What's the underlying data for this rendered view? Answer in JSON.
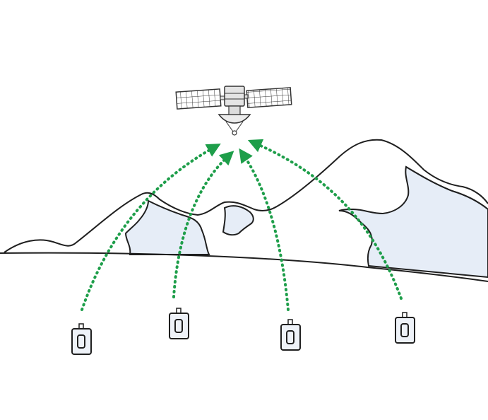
{
  "colors": {
    "background": "#ffffff",
    "outline": "#1f1f1f",
    "snow": "#e6edf7",
    "signal": "#1e9e4a",
    "panel": "#ffffff",
    "device_fill": "#eef2f8"
  },
  "icons": {
    "satellite": "satellite-icon",
    "device": "tracker-device-icon"
  },
  "elements": {
    "satellite_count": 1,
    "device_count": 4,
    "signal_path_count": 4
  }
}
